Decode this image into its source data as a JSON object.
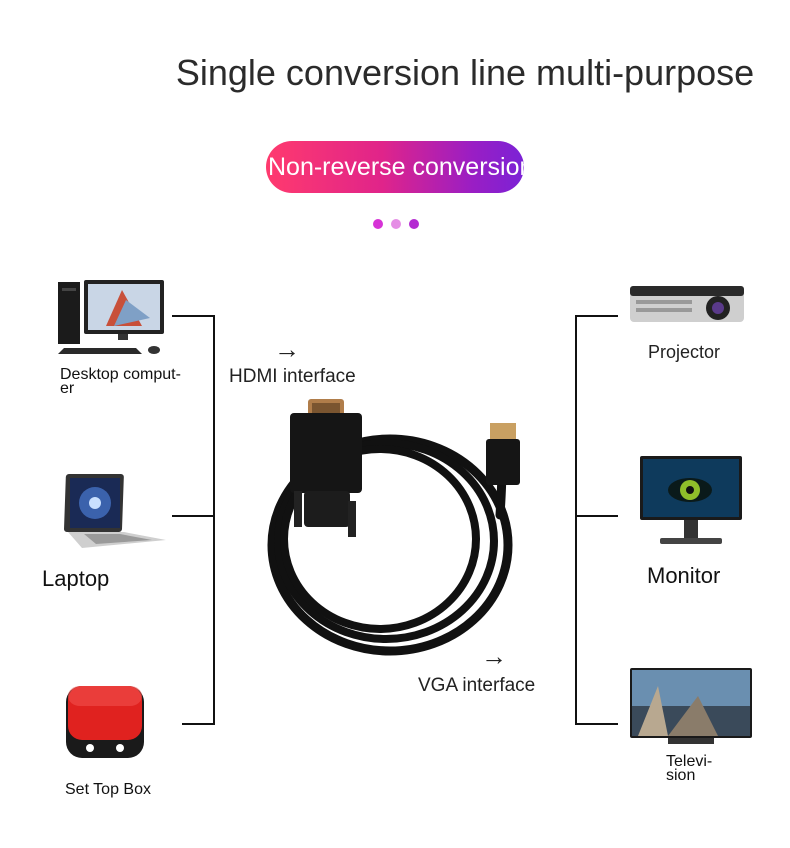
{
  "title": "Single conversion line multi-purpose",
  "banner": "Non-reverse conversion",
  "dot_colors": [
    "#d633d6",
    "#e58ee5",
    "#b42ad1"
  ],
  "sources": [
    {
      "label": "Desktop comput-\ner",
      "icon": "desktop-computer-icon"
    },
    {
      "label": "Laptop",
      "icon": "laptop-icon"
    },
    {
      "label": "Set Top Box",
      "icon": "set-top-box-icon"
    }
  ],
  "targets": [
    {
      "label": "Projector",
      "icon": "projector-icon"
    },
    {
      "label": "Monitor",
      "icon": "monitor-icon"
    },
    {
      "label": "Televi-\nsion",
      "icon": "television-icon"
    }
  ],
  "hdmi_label": "HDMI interface",
  "vga_label": "VGA interface",
  "arrow": "→"
}
